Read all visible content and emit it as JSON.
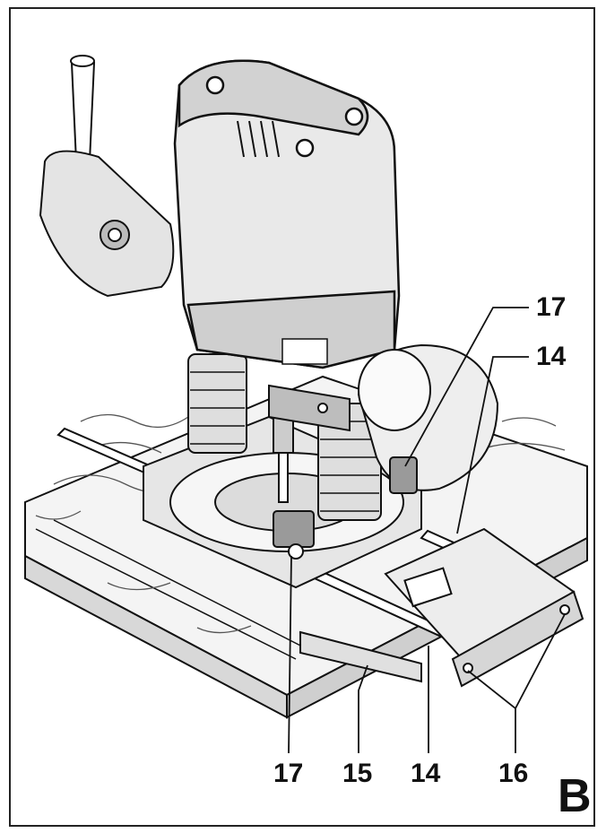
{
  "callouts": {
    "top_17": "17",
    "top_14": "14",
    "bottom_17": "17",
    "bottom_15": "15",
    "bottom_14": "14",
    "bottom_16": "16"
  },
  "figure_letter": "B",
  "colors": {
    "ink": "#111111",
    "fill_light": "#e8e8e8",
    "fill_mid": "#c9c9c9",
    "fill_dark": "#8a8a8a"
  }
}
